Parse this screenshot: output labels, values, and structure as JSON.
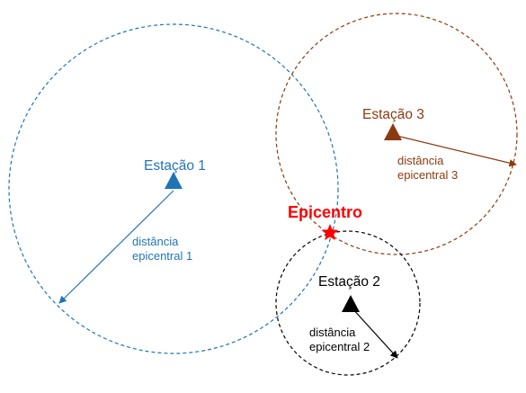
{
  "colors": {
    "station1": "#1f74b8",
    "station2": "#000000",
    "station3": "#8b3a10",
    "epicenter": "#ff0000",
    "background": "#ffffff"
  },
  "stations": [
    {
      "id": "1",
      "label": "Estação 1",
      "distance_line1": "distância",
      "distance_line2": "epicentral 1"
    },
    {
      "id": "2",
      "label": "Estação 2",
      "distance_line1": "distância",
      "distance_line2": "epicentral 2"
    },
    {
      "id": "3",
      "label": "Estação 3",
      "distance_line1": "distância",
      "distance_line2": "epicentral 3"
    }
  ],
  "epicenter": {
    "label": "Epicentro",
    "icon": "star-icon"
  },
  "station_icon": "triangle-icon"
}
